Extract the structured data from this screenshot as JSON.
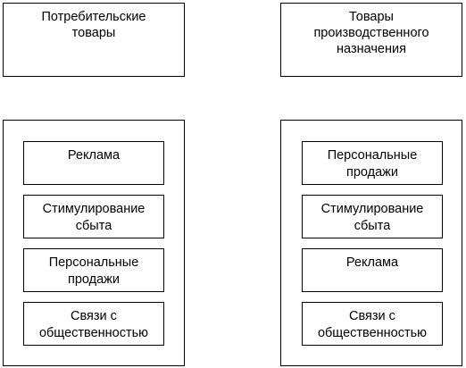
{
  "left": {
    "title": "Потребительские\nтовары",
    "items": [
      {
        "label": "Реклама"
      },
      {
        "label": "Стимулирование\nсбыта"
      },
      {
        "label": "Персональные\nпродажи"
      },
      {
        "label": "Связи с\nобщественностью"
      }
    ]
  },
  "right": {
    "title": "Товары\nпроизводственного\nназначения",
    "items": [
      {
        "label": "Персональные\nпродажи"
      },
      {
        "label": "Стимулирование\nсбыта"
      },
      {
        "label": "Реклама"
      },
      {
        "label": "Связи с\nобщественностью"
      }
    ]
  }
}
